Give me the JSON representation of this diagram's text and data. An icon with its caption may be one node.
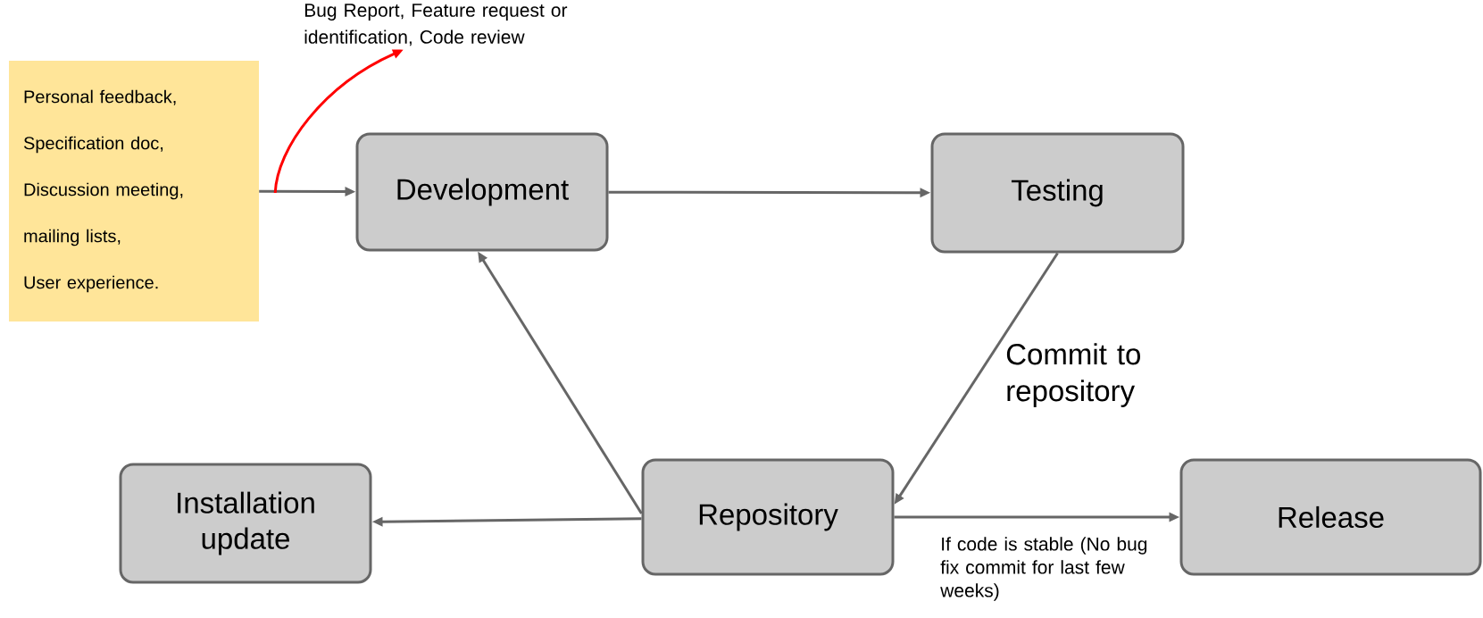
{
  "diagram": {
    "nodes": [
      {
        "text": [
          "Personal feedback,",
          "Specification doc,",
          "Discussion meeting,",
          "mailing lists,",
          "User experience."
        ]
      },
      {
        "text": [
          "Development"
        ]
      },
      {
        "text": [
          "Testing"
        ]
      },
      {
        "text": [
          "Repository"
        ]
      },
      {
        "text": [
          "Installation update"
        ]
      },
      {
        "text": [
          "Release"
        ]
      },
      {
        "text": [
          "Bug Report, Feature request or identification, Code review"
        ]
      }
    ],
    "edges": [
      {
        "from": 0,
        "to": 1,
        "arrow": "to"
      },
      {
        "from": 0,
        "to": 6,
        "arrow": "to",
        "color": "#ff0000"
      },
      {
        "from": 1,
        "to": 2,
        "arrow": "to"
      },
      {
        "from": 2,
        "to": 3,
        "arrow": "to",
        "label": "Commit to repository"
      },
      {
        "from": 3,
        "to": 1,
        "arrow": "to"
      },
      {
        "from": 3,
        "to": 4,
        "arrow": "to"
      },
      {
        "from": 3,
        "to": 5,
        "arrow": "to",
        "label": "If code is stable (No bug fix commit for last few weeks)"
      }
    ]
  }
}
